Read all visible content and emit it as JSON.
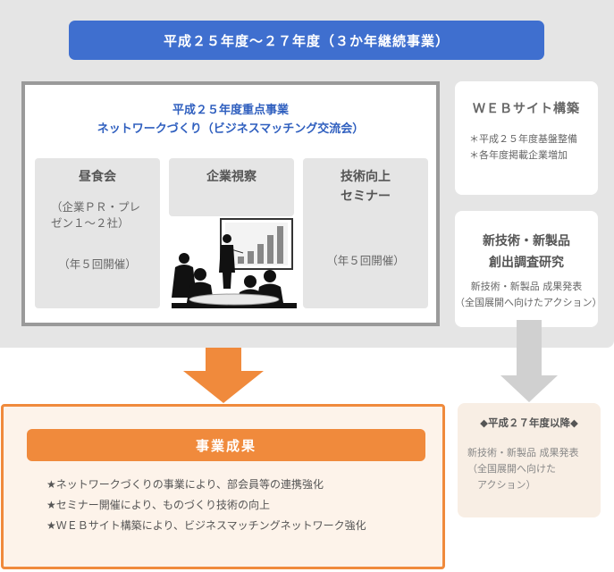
{
  "header": {
    "title": "平成２５年度～２７年度（３か年継続事業）"
  },
  "focus": {
    "title_line1": "平成２５年度重点事業",
    "title_line2": "ネットワークづくり（ビジネスマッチング交流会）",
    "cards": [
      {
        "title": "昼食会",
        "detail": "（企業ＰＲ・プレゼン１～２社）",
        "frequency": "（年５回開催）"
      },
      {
        "title": "企業視察"
      },
      {
        "title_line1": "技術向上",
        "title_line2": "セミナー",
        "frequency": "（年５回開催）"
      }
    ]
  },
  "web": {
    "title": "ＷＥＢサイト構築",
    "items": [
      "＊平成２５年度基盤整備",
      "＊各年度掲載企業増加"
    ]
  },
  "rd": {
    "title_line1": "新技術・新製品",
    "title_line2": "創出調査研究",
    "text_line1": "新技術・新製品 成果発表",
    "text_line2": "（全国展開へ向けたアクション）"
  },
  "results": {
    "title": "事業成果",
    "items": [
      "★ネットワークづくりの事業により、部会員等の連携強化",
      "★セミナー開催により、ものづくり技術の向上",
      "★ＷＥＢサイト構築により、ビジネスマッチングネットワーク強化"
    ]
  },
  "future": {
    "title": "◆平成２７年度以降◆",
    "text": "新技術・新製品 成果発表\n（全国展開へ向けた\n　アクション）"
  },
  "colors": {
    "blue": "#3f6fcf",
    "orange": "#f08a3c",
    "gray_panel": "#e5e5e5",
    "border_gray": "#9a9a9a"
  }
}
